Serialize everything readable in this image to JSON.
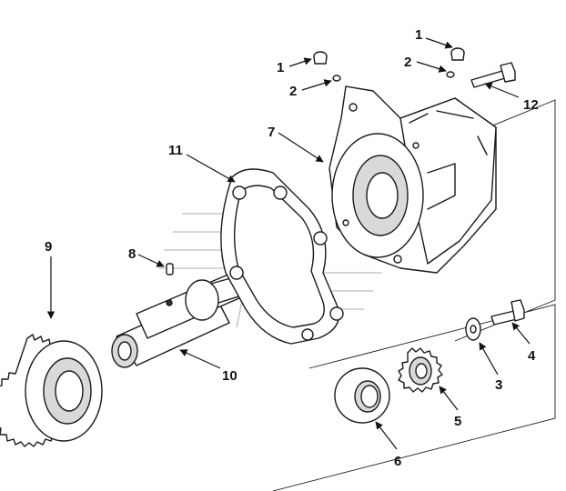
{
  "callouts": {
    "c1a": "1",
    "c1b": "1",
    "c2a": "2",
    "c2b": "2",
    "c3": "3",
    "c4": "4",
    "c5": "5",
    "c6": "6",
    "c7": "7",
    "c8": "8",
    "c9": "9",
    "c10": "10",
    "c11": "11",
    "c12": "12"
  }
}
